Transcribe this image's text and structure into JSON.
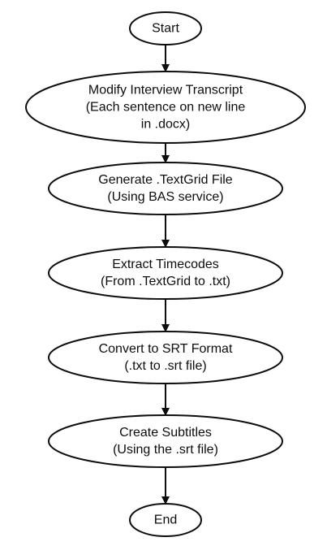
{
  "nodes": [
    {
      "id": "start",
      "lines": [
        "Start"
      ]
    },
    {
      "id": "modify",
      "lines": [
        "Modify Interview Transcript",
        "(Each sentence on new line",
        "in .docx)"
      ]
    },
    {
      "id": "generate",
      "lines": [
        "Generate .TextGrid File",
        "(Using BAS service)"
      ]
    },
    {
      "id": "extract",
      "lines": [
        "Extract Timecodes",
        "(From .TextGrid to .txt)"
      ]
    },
    {
      "id": "convert",
      "lines": [
        "Convert to SRT Format",
        "(.txt to .srt file)"
      ]
    },
    {
      "id": "create",
      "lines": [
        "Create Subtitles",
        "(Using the .srt file)"
      ]
    },
    {
      "id": "end",
      "lines": [
        "End"
      ]
    }
  ],
  "edges": [
    {
      "from": "start",
      "to": "modify"
    },
    {
      "from": "modify",
      "to": "generate"
    },
    {
      "from": "generate",
      "to": "extract"
    },
    {
      "from": "extract",
      "to": "convert"
    },
    {
      "from": "convert",
      "to": "create"
    },
    {
      "from": "create",
      "to": "end"
    }
  ],
  "colors": {
    "stroke": "#0d0d0d",
    "fill": "#ffffff",
    "text": "#0d0d0d"
  }
}
